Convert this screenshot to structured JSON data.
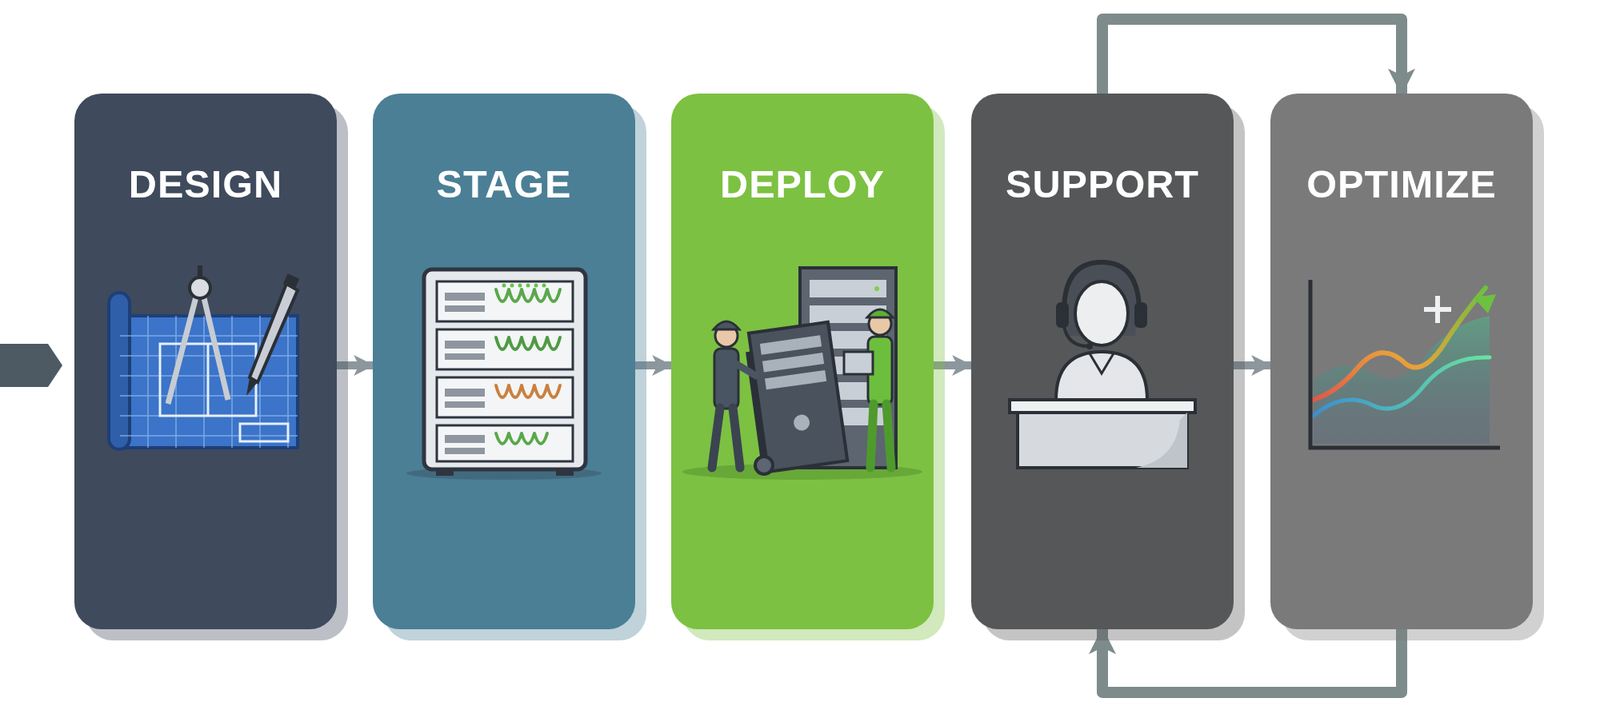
{
  "diagram": {
    "nodes": [
      {
        "text": [
          "DESIGN"
        ]
      },
      {
        "text": [
          "STAGE"
        ]
      },
      {
        "text": [
          "DEPLOY"
        ]
      },
      {
        "text": [
          "SUPPORT"
        ]
      },
      {
        "text": [
          "OPTIMIZE"
        ]
      }
    ],
    "edges": [
      {
        "from": 0,
        "to": 1,
        "arrow": "to"
      },
      {
        "from": 1,
        "to": 2,
        "arrow": "to"
      },
      {
        "from": 2,
        "to": 3,
        "arrow": "to"
      },
      {
        "from": 3,
        "to": 4,
        "arrow": "to"
      },
      {
        "from": 3,
        "to": 4,
        "arrow": "to"
      },
      {
        "from": 4,
        "to": 3,
        "arrow": "to"
      }
    ]
  }
}
